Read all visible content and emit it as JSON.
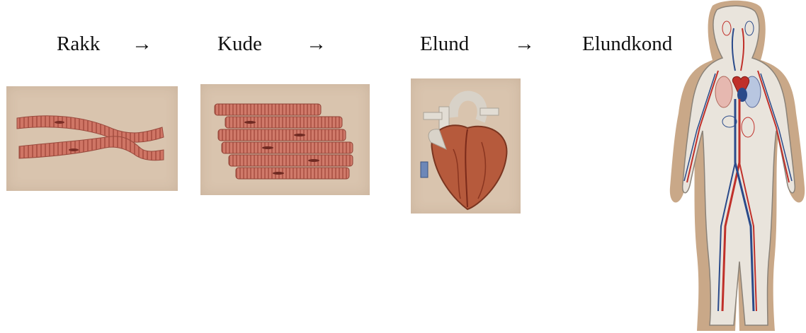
{
  "stages": [
    {
      "label": "Rakk",
      "image": "muscle-cell-icon"
    },
    {
      "label": "Kude",
      "image": "muscle-tissue-icon"
    },
    {
      "label": "Elund",
      "image": "heart-icon"
    },
    {
      "label": "Elundkond",
      "image": "circulatory-system-icon"
    }
  ],
  "arrow_symbol": "→",
  "colors": {
    "panel": "#d9c4ae",
    "muscle": "#c96a5a",
    "artery": "#c0302a",
    "vein": "#2a4a8a",
    "body": "#e9e4dc"
  }
}
